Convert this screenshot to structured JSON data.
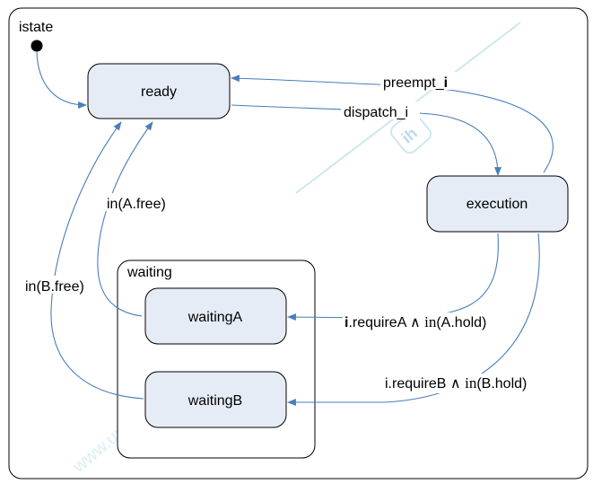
{
  "diagram": {
    "root_label": "istate",
    "states": {
      "ready": "ready",
      "execution": "execution",
      "waiting_region": "waiting",
      "waitingA": "waitingA",
      "waitingB": "waitingB"
    },
    "transitions": {
      "preempt_prefix": "preempt_",
      "preempt_var": "i",
      "dispatch": "dispatch_i",
      "inAfree": "in(A.free)",
      "inBfree": "in(B.free)",
      "reqA_var": "i",
      "reqA_text": ".requireA",
      "reqA_and": " ∧ ",
      "reqA_in": "in",
      "reqA_arg": "(A.hold)",
      "reqB_text": "i.requireB",
      "reqB_and": " ∧ ",
      "reqB_in": "in",
      "reqB_arg": "(B.hold)"
    },
    "watermark": "www.unidocs.it",
    "colors": {
      "state_fill": "#e6ecf6",
      "edge": "#4a7ebb"
    }
  }
}
